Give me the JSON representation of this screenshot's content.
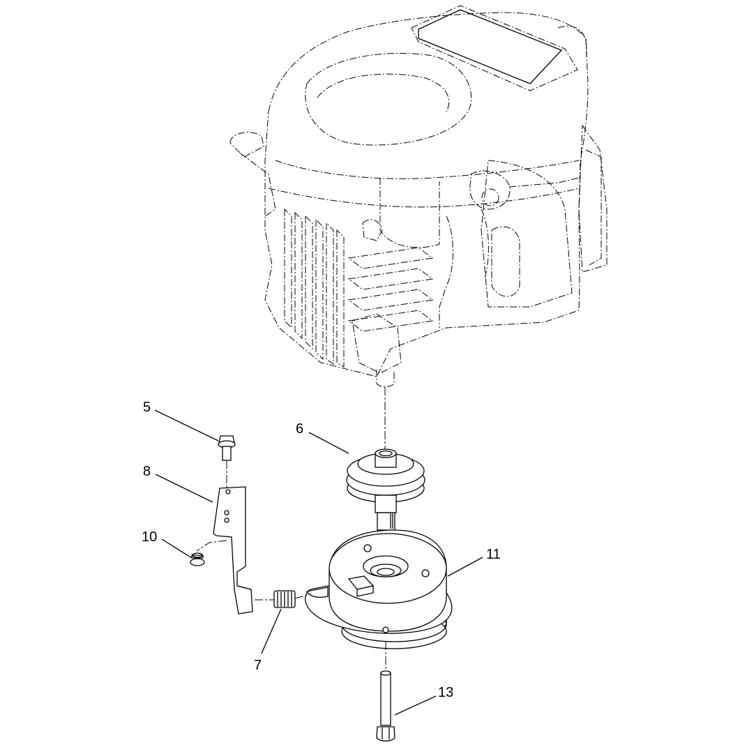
{
  "diagram": {
    "callouts": [
      {
        "id": "5",
        "label": "5"
      },
      {
        "id": "6",
        "label": "6"
      },
      {
        "id": "7",
        "label": "7"
      },
      {
        "id": "8",
        "label": "8"
      },
      {
        "id": "10",
        "label": "10"
      },
      {
        "id": "11",
        "label": "11"
      },
      {
        "id": "13",
        "label": "13"
      }
    ],
    "parts": [
      {
        "id": "engine",
        "icon": "engine-outline-icon"
      },
      {
        "id": "5",
        "icon": "flange-bolt-icon"
      },
      {
        "id": "6",
        "icon": "pulley-icon"
      },
      {
        "id": "7",
        "icon": "spacer-icon"
      },
      {
        "id": "8",
        "icon": "bracket-icon"
      },
      {
        "id": "10",
        "icon": "flange-nut-icon"
      },
      {
        "id": "11",
        "icon": "pto-clutch-icon"
      },
      {
        "id": "13",
        "icon": "clutch-bolt-icon"
      }
    ]
  }
}
